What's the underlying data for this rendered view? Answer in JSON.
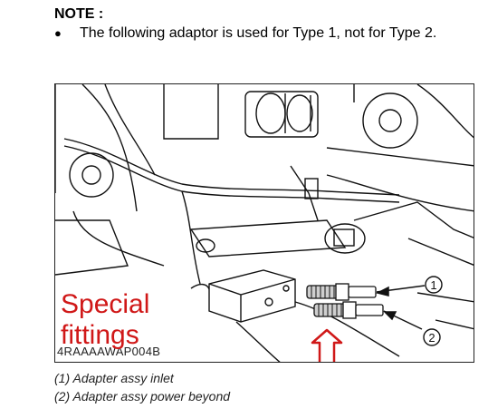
{
  "note": {
    "title": "NOTE :",
    "bullet": "The following adaptor is used for Type 1, not for Type 2."
  },
  "figure": {
    "code": "4RAAAAWAP004B",
    "annotation_text": "Special\nfittings",
    "annotation_color": "#d01818",
    "callouts": [
      "1",
      "2"
    ]
  },
  "captions": [
    "(1) Adapter assy inlet",
    "(2) Adapter assy power beyond"
  ]
}
